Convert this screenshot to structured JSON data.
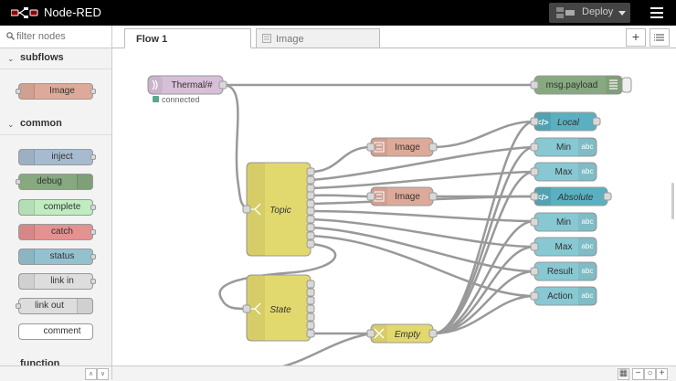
{
  "app": {
    "title": "Node-RED"
  },
  "header": {
    "deploy_label": "Deploy"
  },
  "palette": {
    "filter_placeholder": "filter nodes",
    "categories": [
      {
        "label": "subflows",
        "nodes": [
          {
            "label": "Image",
            "color": "#ddaa99"
          }
        ]
      },
      {
        "label": "common",
        "nodes": [
          {
            "label": "inject",
            "color": "#a6bbcf"
          },
          {
            "label": "debug",
            "color": "#87a980"
          },
          {
            "label": "complete",
            "color": "#c0edc0"
          },
          {
            "label": "catch",
            "color": "#e49191"
          },
          {
            "label": "status",
            "color": "#94c1d0"
          },
          {
            "label": "link in",
            "color": "#dddddd"
          },
          {
            "label": "link out",
            "color": "#dddddd"
          },
          {
            "label": "comment",
            "color": "#ffffff"
          }
        ]
      },
      {
        "label": "function"
      }
    ]
  },
  "tabs": [
    {
      "label": "Flow 1"
    },
    {
      "label": "Image"
    }
  ],
  "flow": {
    "nodes": [
      {
        "id": "thermal",
        "label": "Thermal/#",
        "color": "#d8bfd8",
        "status": "connected",
        "status_color": "#5a8"
      },
      {
        "id": "payload",
        "label": "msg.payload",
        "color": "#87a980"
      },
      {
        "id": "topic",
        "label": "Topic",
        "color": "#e2d96e"
      },
      {
        "id": "state",
        "label": "State",
        "color": "#e2d96e"
      },
      {
        "id": "img1",
        "label": "Image",
        "color": "#ddaa99"
      },
      {
        "id": "img2",
        "label": "Image",
        "color": "#ddaa99"
      },
      {
        "id": "empty",
        "label": "Empty",
        "color": "#e2d96e"
      },
      {
        "id": "local",
        "label": "Local",
        "color": "#5ab0c0"
      },
      {
        "id": "min1",
        "label": "Min",
        "color": "#87c8d2"
      },
      {
        "id": "max1",
        "label": "Max",
        "color": "#87c8d2"
      },
      {
        "id": "absolute",
        "label": "Absolute",
        "color": "#5ab0c0"
      },
      {
        "id": "min2",
        "label": "Min",
        "color": "#87c8d2"
      },
      {
        "id": "max2",
        "label": "Max",
        "color": "#87c8d2"
      },
      {
        "id": "result",
        "label": "Result",
        "color": "#87c8d2"
      },
      {
        "id": "action",
        "label": "Action",
        "color": "#87c8d2"
      }
    ]
  }
}
